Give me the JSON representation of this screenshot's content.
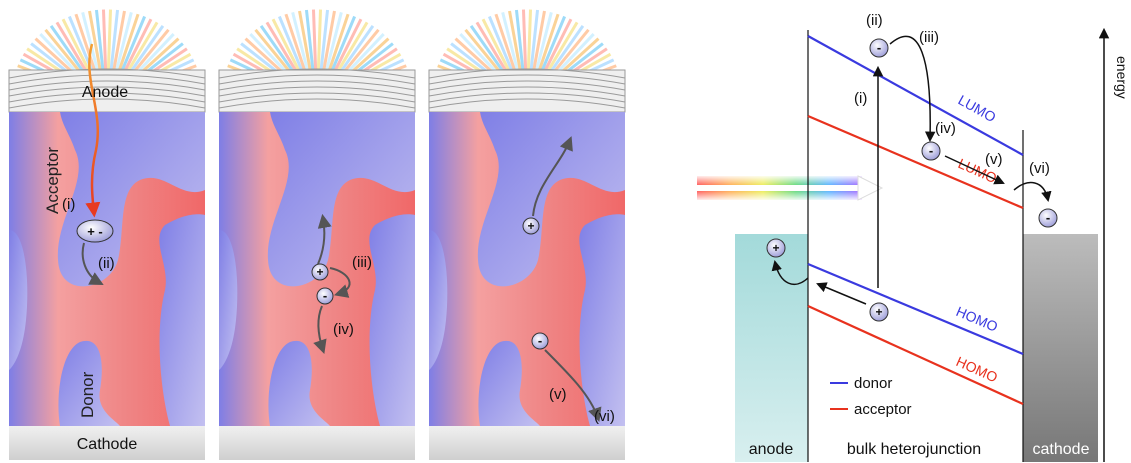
{
  "left_panels": {
    "anode_label": "Anode",
    "cathode_label": "Cathode",
    "acceptor_label": "Acceptor",
    "donor_label": "Donor",
    "steps": {
      "i": "(i)",
      "ii": "(ii)",
      "iii": "(iii)",
      "iv": "(iv)",
      "v": "(v)",
      "vi": "(vi)"
    },
    "exciton_charges": "+ -"
  },
  "energy_diagram": {
    "energy_axis_label": "energy",
    "lumo_label": "LUMO",
    "homo_label": "HOMO",
    "anode_label": "anode",
    "cathode_label": "cathode",
    "junction_label": "bulk heterojunction",
    "legend": [
      {
        "label": "donor",
        "color": "#3a3adf"
      },
      {
        "label": "acceptor",
        "color": "#e8321e"
      }
    ],
    "steps": {
      "i": "(i)",
      "ii": "(ii)",
      "iii": "(iii)",
      "iv": "(iv)",
      "v": "(v)",
      "vi": "(vi)"
    },
    "charges": {
      "electron": "-",
      "hole": "+"
    }
  },
  "colors": {
    "donor_blue": "#8f8fe8",
    "acceptor_red": "#f26f6f",
    "donor_line": "#3a3adf",
    "acceptor_line": "#e8321e",
    "anode_fill": "#a9dede",
    "cathode_fill": "#b5b5b5"
  }
}
